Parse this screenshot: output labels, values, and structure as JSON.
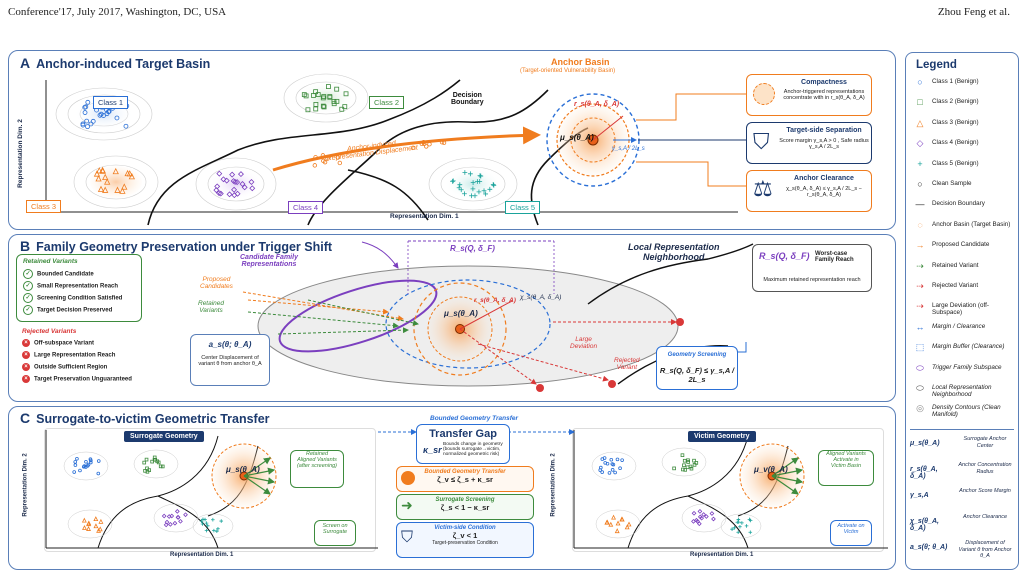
{
  "header": {
    "left": "Conference'17, July 2017, Washington, DC, USA",
    "right": "Zhou Feng et al."
  },
  "colors": {
    "panel_border": "#5a7fb8",
    "orange": "#f07c1e",
    "green": "#3d8b3d",
    "red": "#d93838",
    "blue": "#2a6fd6",
    "purple": "#7b3fbf",
    "teal": "#1aa39b",
    "navy": "#1c3a6e"
  },
  "panelA": {
    "letter": "A",
    "title": "Anchor-induced Target Basin",
    "class1": "Class 1",
    "class2": "Class 2",
    "class3": "Class 3",
    "class4": "Class 4",
    "class5": "Class 5",
    "decision_boundary": "Decision\nBoundary",
    "displacement": "Anchor-induced\nRepresentation Displacement",
    "anchor_basin": "Anchor Basin",
    "anchor_basin_sub": "(Target-oriented Vulnerability Basin)",
    "radius": "r_s(θ_A, δ_A)",
    "center": "μ_s(θ_A)",
    "margin": "γ_s,A / 2L_s",
    "xlabel": "Representation Dim. 1",
    "ylabel": "Representation Dim. 2",
    "compactness_title": "Compactness",
    "compactness_text": "Anchor-triggered representations concentrate with in r_s(θ_A, δ_A)",
    "separation_title": "Target-side Separation",
    "separation_text": "Score margin γ_s,A > 0 , Safe radius γ_s,A / 2L_s",
    "clearance_title": "Anchor Clearance",
    "clearance_text": "χ_s(θ_A, δ_A) ≤ γ_s,A / 2L_s − r_s(θ_A, δ_A)"
  },
  "panelB": {
    "letter": "B",
    "title": "Family Geometry Preservation under Trigger Shift",
    "retained_title": "Retained Variants",
    "retained_items": [
      "Bounded Candidate",
      "Small Representation Reach",
      "Screening Condition Satisfied",
      "Target Decision Preserved"
    ],
    "rejected_title": "Rejected Variants",
    "rejected_items": [
      "Off-subspace Variant",
      "Large Representation Reach",
      "Outside Sufficient Region",
      "Target Preservation Unguaranteed"
    ],
    "reach_top": "R_s(Q, δ_F)",
    "candidate_family": "Candidate Family\nRepresentations",
    "proposed": "Proposed\nCandidates",
    "retained_lab": "Retained\nVariants",
    "center": "μ_s(θ_A)",
    "radius": "r_s(θ_A, δ_A)",
    "chi": "χ_s(θ_A, δ_A)",
    "a_term": "a_s(θ; θ_A)",
    "a_text": "Center Displacement of variant θ from anchor θ_A",
    "local_title": "Local Representation\nNeighborhood",
    "worst_title": "R_s(Q, δ_F)",
    "worst_label": "Worst-case Family Reach",
    "worst_text": "Maximum retained representation reach",
    "large_dev": "Large\nDeviation",
    "rejected_lab": "Rejected\nVariant",
    "geo_title": "Geometry Screening",
    "geo_formula": "R_s(Q, δ_F) ≤ γ_s,A / 2L_s"
  },
  "panelC": {
    "letter": "C",
    "title": "Surrogate-to-victim Geometric Transfer",
    "surrogate_title": "Surrogate Geometry",
    "victim_title": "Victim Geometry",
    "xlabel": "Representation Dim. 1",
    "ylabel": "Representation Dim. 2",
    "mu_s": "μ_s(θ_A)",
    "mu_v": "μ_v(θ_A)",
    "retained_aligned": "Retained\nAligned Variants\n(after screening)",
    "screen_on": "Screen on\nSurrogate",
    "aligned_victim": "Aligned Variants\nActivate in\nVictim Basin",
    "activate_on": "Activate on\nVictim",
    "bgt_top": "Bounded Geometry Transfer",
    "gap_title": "Transfer Gap",
    "gap_text": "Bounds change in geometry (bounds surrogate→victim, normalized geometric risk)",
    "kappa": "κ_sr",
    "bgt_title": "Bounded Geometry Transfer",
    "bgt_formula": "ζ_v ≤ ζ_s + κ_sr",
    "ss_title": "Surrogate Screening",
    "ss_formula": "ζ_s < 1 − κ_sr",
    "vc_title": "Victim-side Condition",
    "vc_formula": "ζ_v < 1",
    "vc_text": "Target-preservation Condition"
  },
  "legend": {
    "title": "Legend",
    "items": [
      {
        "icon": "○",
        "color": "#2a6fd6",
        "label": "Class 1 (Benign)"
      },
      {
        "icon": "□",
        "color": "#3d8b3d",
        "label": "Class 2 (Benign)"
      },
      {
        "icon": "△",
        "color": "#f07c1e",
        "label": "Class 3 (Benign)"
      },
      {
        "icon": "◇",
        "color": "#7b3fbf",
        "label": "Class 4 (Benign)"
      },
      {
        "icon": "+",
        "color": "#1aa39b",
        "label": "Class 5 (Benign)"
      },
      {
        "icon": "○",
        "color": "#222222",
        "label": "Clean Sample"
      },
      {
        "icon": "—",
        "color": "#222222",
        "label": "Decision Boundary"
      },
      {
        "icon": "◌",
        "color": "#f07c1e",
        "label": "Anchor Basin (Target Basin)"
      },
      {
        "icon": "→",
        "color": "#f07c1e",
        "label": "Proposed Candidate"
      },
      {
        "icon": "⇢",
        "color": "#3d8b3d",
        "label": "Retained Variant"
      },
      {
        "icon": "⇢",
        "color": "#d93838",
        "label": "Rejected Variant"
      },
      {
        "icon": "⇢",
        "color": "#d93838",
        "label": "Large Deviation (off-Subspace)"
      },
      {
        "icon": "↔",
        "color": "#2a6fd6",
        "label": "Margin / Clearance"
      },
      {
        "icon": "⬚",
        "color": "#2a6fd6",
        "label": "Margin Buffer (Clearance)"
      },
      {
        "icon": "⬭",
        "color": "#7b3fbf",
        "label": "Trigger Family Subspace"
      },
      {
        "icon": "⬭",
        "color": "#555555",
        "label": "Local Representation Neighborhood"
      },
      {
        "icon": "◎",
        "color": "#888888",
        "label": "Density Contours (Clean Manifold)"
      }
    ],
    "symbols": [
      {
        "sym": "μ_s(θ_A)",
        "label": "Surrogate Anchor Center"
      },
      {
        "sym": "r_s(θ_A, δ_A)",
        "label": "Anchor Concentration Radius"
      },
      {
        "sym": "γ_s,A",
        "label": "Anchor Score Margin"
      },
      {
        "sym": "χ_s(θ_A, δ_A)",
        "label": "Anchor Clearance"
      },
      {
        "sym": "a_s(θ; θ_A)",
        "label": "Displacement of Variant θ from Anchor θ_A"
      }
    ]
  }
}
